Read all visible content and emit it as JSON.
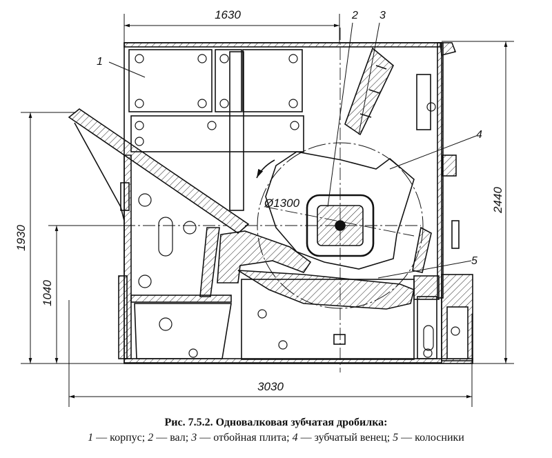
{
  "dimensions": {
    "top_width": "1630",
    "total_height": "2440",
    "feed_height": "1930",
    "shaft_height": "1040",
    "bottom_width": "3030",
    "roll_diameter": "Ø1300"
  },
  "part_labels": [
    "1",
    "2",
    "3",
    "4",
    "5"
  ],
  "caption": {
    "title": "Рис. 7.5.2. Одновалковая зубчатая дробилка:",
    "legend": [
      {
        "num": "1",
        "text": "корпус"
      },
      {
        "num": "2",
        "text": "вал"
      },
      {
        "num": "3",
        "text": "отбойная плита"
      },
      {
        "num": "4",
        "text": "зубчатый венец"
      },
      {
        "num": "5",
        "text": "колосники"
      }
    ]
  }
}
